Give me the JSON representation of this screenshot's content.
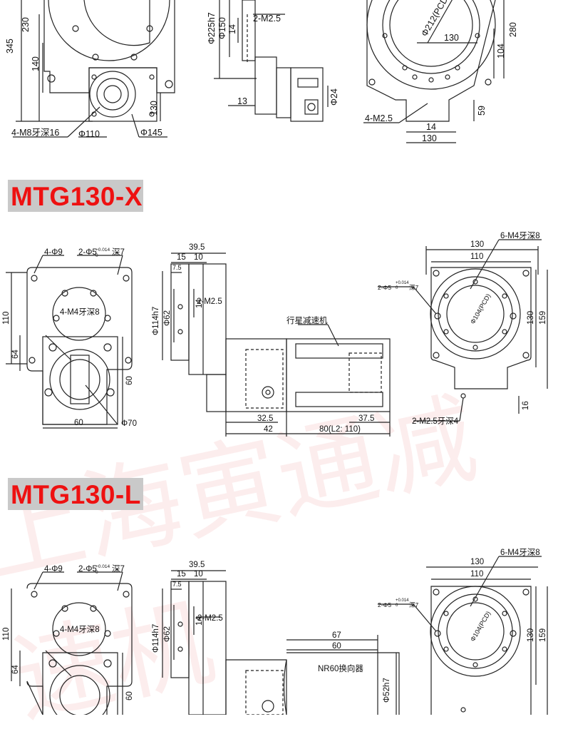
{
  "sections": [
    {
      "title": "MTG130-X"
    },
    {
      "title": "MTG130-L"
    }
  ],
  "watermark": "上海寅通减速机",
  "colors": {
    "title_red": "#ee1111",
    "banner_gray": "#c9c9c9",
    "line": "#222222"
  },
  "top_drawing": {
    "front": {
      "d345": "345",
      "d230": "230",
      "d140": "140",
      "d130": "130",
      "holes": "4-M8牙深16",
      "phi110": "Φ110",
      "phi145": "Φ145"
    },
    "side": {
      "phi225": "Φ225h7",
      "phi150": "Φ150",
      "d14": "14",
      "m25": "2-M2.5",
      "d13": "13",
      "phi24": "Φ24"
    },
    "end": {
      "pcd": "Φ212(PCD)",
      "d130": "130",
      "d280": "280",
      "d104": "104",
      "d59": "59",
      "holes": "4-M2.5",
      "d14": "14",
      "d130b": "130"
    }
  },
  "x_drawing": {
    "front": {
      "holes": "4-Φ9",
      "pins": "2-Φ5",
      "tol_upper": "+0.014",
      "tol_lower": "0",
      "depth": "深7",
      "thread": "4-M4牙深8",
      "d110": "110",
      "d64": "64",
      "d60v": "60",
      "d60h": "60",
      "phi70": "Φ70"
    },
    "side": {
      "d395": "39.5",
      "d15": "15",
      "d10": "10",
      "d75": "7.5",
      "phi114": "Φ114h7",
      "phi62": "Φ62",
      "m25": "2-M2.5",
      "d14": "14",
      "reducer": "行星减速机",
      "d325": "32.5",
      "d42": "42",
      "d80": "80(L2: 110)",
      "d375": "37.5"
    },
    "end": {
      "d130": "130",
      "thread": "6-M4牙深8",
      "d110": "110",
      "pins": "2-Φ5",
      "tol_upper": "+0.014",
      "tol_lower": "0",
      "depth": "深7",
      "pcd": "Φ104(PCD)",
      "d130v": "130",
      "d159": "159",
      "d16": "16",
      "m25": "2-M2.5牙深4"
    }
  },
  "l_drawing": {
    "front": {
      "holes": "4-Φ9",
      "pins": "2-Φ5",
      "tol_upper": "+0.014",
      "tol_lower": "0",
      "depth": "深7",
      "thread": "4-M4牙深8",
      "d110": "110",
      "d64": "64",
      "d60": "60"
    },
    "side": {
      "d395": "39.5",
      "d15": "15",
      "d10": "10",
      "d75": "7.5",
      "phi114": "Φ114h7",
      "phi62": "Φ62",
      "m25": "2-M2.5",
      "d14": "14",
      "d67": "67",
      "d60": "60",
      "changer": "NR60换向器",
      "phi52": "Φ52h7"
    },
    "end": {
      "d130": "130",
      "thread": "6-M4牙深8",
      "d110": "110",
      "pins": "2-Φ5",
      "tol_upper": "+0.014",
      "tol_lower": "0",
      "depth": "深7",
      "pcd": "Φ104(PCD)",
      "d130v": "130",
      "d159": "159"
    }
  }
}
